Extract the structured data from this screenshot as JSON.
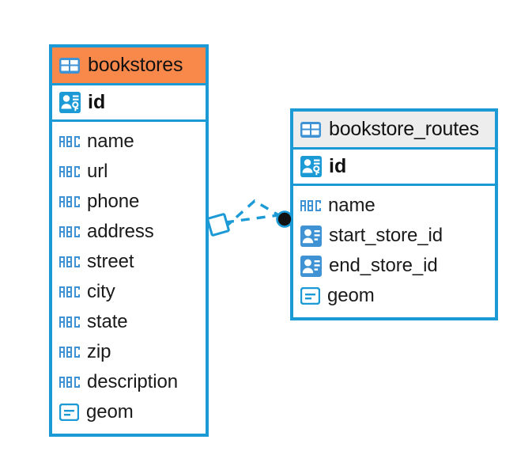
{
  "diagram": {
    "type": "entity-relationship-diagram",
    "background": "#ffffff",
    "accent_blue": "#1b9ad6",
    "accent_orange": "#f9884b",
    "header_gray": "#ededed",
    "text_color": "#111111"
  },
  "tables": [
    {
      "name": "bookstores",
      "header_color": "#f9884b",
      "primary_key": {
        "label": "id",
        "icon": "primary-key-icon"
      },
      "fields": [
        {
          "label": "name",
          "icon": "abc-text-icon"
        },
        {
          "label": "url",
          "icon": "abc-text-icon"
        },
        {
          "label": "phone",
          "icon": "abc-text-icon"
        },
        {
          "label": "address",
          "icon": "abc-text-icon"
        },
        {
          "label": "street",
          "icon": "abc-text-icon"
        },
        {
          "label": "city",
          "icon": "abc-text-icon"
        },
        {
          "label": "state",
          "icon": "abc-text-icon"
        },
        {
          "label": "zip",
          "icon": "abc-text-icon"
        },
        {
          "label": "description",
          "icon": "abc-text-icon"
        },
        {
          "label": "geom",
          "icon": "geometry-icon"
        }
      ]
    },
    {
      "name": "bookstore_routes",
      "header_color": "#ededed",
      "primary_key": {
        "label": "id",
        "icon": "primary-key-icon"
      },
      "fields": [
        {
          "label": "name",
          "icon": "abc-text-icon"
        },
        {
          "label": "start_store_id",
          "icon": "foreign-key-icon"
        },
        {
          "label": "end_store_id",
          "icon": "foreign-key-icon"
        },
        {
          "label": "geom",
          "icon": "geometry-icon"
        }
      ]
    }
  ],
  "relationship": {
    "from_table": "bookstores",
    "to_table": "bookstore_routes",
    "line_style": "dashed",
    "line_color": "#1b9ad6",
    "source_marker": "diamond-marker",
    "target_marker": "filled-circle-marker"
  }
}
